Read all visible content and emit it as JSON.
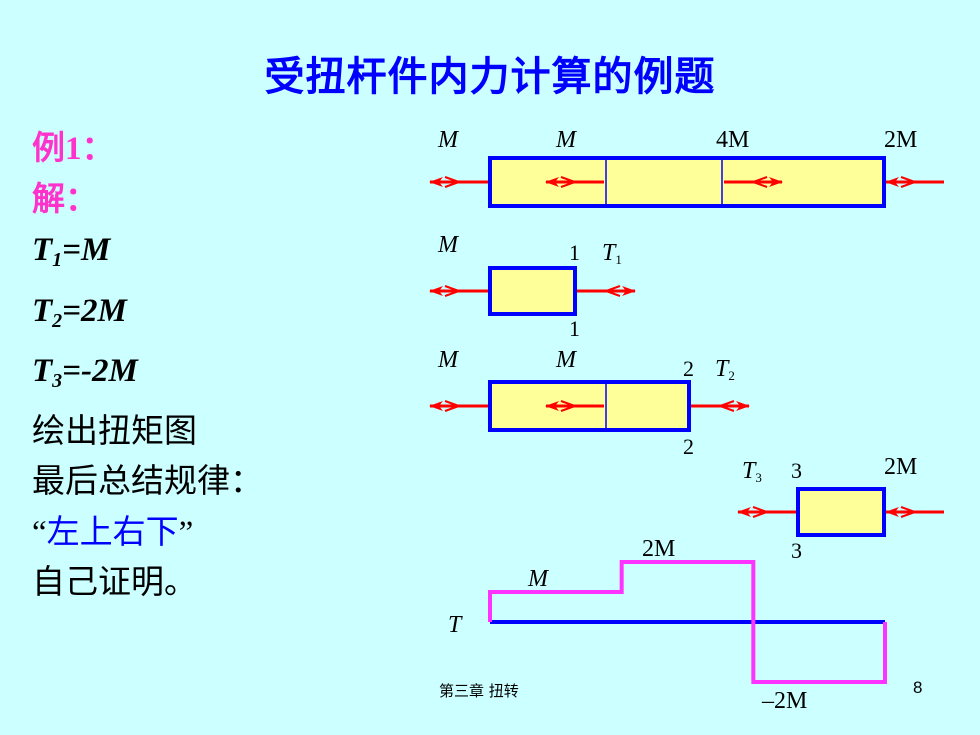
{
  "title": "受扭杆件内力计算的例题",
  "left": {
    "example_label": "例1：",
    "solution_label": "解：",
    "t1": {
      "sym": "T",
      "sub": "1",
      "rest": "=M"
    },
    "t2": {
      "sym": "T",
      "sub": "2",
      "rest": "=2M"
    },
    "t3": {
      "sym": "T",
      "sub": "3",
      "rest": "=-2M"
    },
    "draw_text": "绘出扭矩图",
    "summary_text": "最后总结规律：",
    "quote_open": "“",
    "rule_text": "左上右下",
    "quote_close": "”",
    "proof_text": "自己证明。"
  },
  "diagram": {
    "bar_labels": [
      "M",
      "M",
      "4M",
      "2M"
    ],
    "sec1_load": "M",
    "sec1_num": "1",
    "sec1_T": "T",
    "sec1_Tsub": "1",
    "sec2_loads": [
      "M",
      "M"
    ],
    "sec2_num": "2",
    "sec2_T": "T",
    "sec2_Tsub": "2",
    "sec3_num": "3",
    "sec3_T": "T",
    "sec3_Tsub": "3",
    "sec3_load": "2M",
    "torque_axis_label": "T",
    "torque_labels": {
      "low": "M",
      "high": "2M",
      "neg": "–2M"
    }
  },
  "torque_diagram": {
    "segments": [
      {
        "from": 0,
        "to": 1,
        "value": 1
      },
      {
        "from": 1,
        "to": 2,
        "value": 2
      },
      {
        "from": 2,
        "to": 3,
        "value": -2
      }
    ],
    "ylim": [
      -2,
      2
    ]
  },
  "colors": {
    "title": "#0000ff",
    "background": "#ccffff",
    "bar_fill": "#ffff99",
    "bar_border": "#0000ff",
    "arrow": "#ff0000",
    "torque": "#ff33ff"
  },
  "footer": {
    "chapter": "第三章  扭转",
    "page": "8"
  }
}
